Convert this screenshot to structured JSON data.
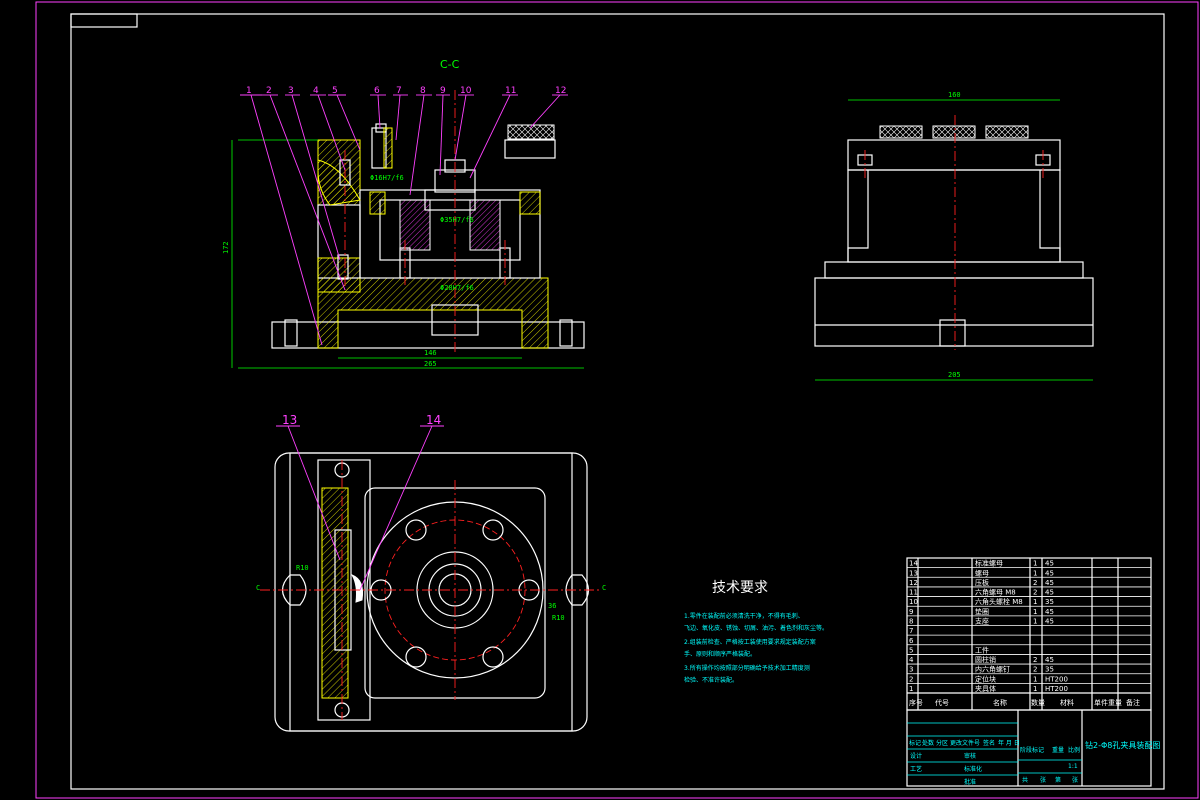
{
  "views": {
    "section_title": "C-C",
    "balloons_top": [
      "1",
      "2",
      "3",
      "4",
      "5",
      "6",
      "7",
      "8",
      "9",
      "10",
      "11",
      "12"
    ],
    "balloons_bottom": [
      "13",
      "14"
    ],
    "fit_marks": [
      "Φ16H7/f6",
      "Φ35H7/f6",
      "Φ28H7/f6"
    ],
    "dims_front": {
      "height": "172",
      "base_inner": "146",
      "base_total": "265"
    },
    "dims_side": {
      "top": "160",
      "bottom": "205"
    },
    "section_marks": [
      "C",
      "C"
    ],
    "slot_labels": [
      "R10",
      "R10",
      "36"
    ]
  },
  "tech_requirements": {
    "title": "技术要求",
    "items": [
      "1.零件在装配前必须清洗干净，不得有毛刺、",
      "飞边、氧化皮、锈蚀、切屑、油污、着色剂和灰尘等。",
      "2.组装前检查、严格按工装使用要求规定装配方案",
      "手、原则和顺序严格装配。",
      "3.所有操作均按照部分明确给予技术加工精度测",
      "检验、不准许装配。"
    ]
  },
  "title_block": {
    "drawing_title": "钻2-Φ8孔夹具装配图",
    "parts_rows": [
      {
        "no": "14",
        "name": "标准螺母",
        "qty": "1",
        "mat": "45"
      },
      {
        "no": "13",
        "name": "螺母",
        "qty": "1",
        "mat": "45"
      },
      {
        "no": "12",
        "name": "压板",
        "qty": "2",
        "mat": "45"
      },
      {
        "no": "11",
        "name": "六角螺母 M8",
        "qty": "2",
        "mat": "45"
      },
      {
        "no": "10",
        "name": "六角头螺栓 M8",
        "qty": "1",
        "mat": "35"
      },
      {
        "no": "9",
        "name": "垫圈",
        "qty": "1",
        "mat": "45"
      },
      {
        "no": "8",
        "name": "支座",
        "qty": "1",
        "mat": "45"
      },
      {
        "no": "7",
        "name": "",
        "qty": "",
        "mat": ""
      },
      {
        "no": "6",
        "name": "",
        "qty": "",
        "mat": ""
      },
      {
        "no": "5",
        "name": "工件",
        "qty": "",
        "mat": ""
      },
      {
        "no": "4",
        "name": "圆柱销",
        "qty": "2",
        "mat": "45"
      },
      {
        "no": "3",
        "name": "内六角螺钉",
        "qty": "2",
        "mat": "35"
      },
      {
        "no": "2",
        "name": "定位块",
        "qty": "1",
        "mat": "HT200"
      },
      {
        "no": "1",
        "name": "夹具体",
        "qty": "1",
        "mat": "HT200"
      }
    ],
    "header": {
      "seq": "序号",
      "code": "代号",
      "name": "名称",
      "qty": "数量",
      "mat": "材料",
      "unit_weight": "单件重量",
      "remark": "备注"
    },
    "sign_rows": [
      "标记",
      "处数",
      "分区",
      "更改文件号",
      "签名",
      "年 月 日",
      "设计",
      "审核",
      "工艺",
      "批准",
      "标准化"
    ],
    "scale_labels": [
      "阶段标记",
      "重量",
      "比例"
    ],
    "scale": "1:1",
    "sheet_info": [
      "共",
      "张",
      "第",
      "张"
    ]
  },
  "colors": {
    "outline": "#ffffff",
    "centerline": "#ff2020",
    "dimension": "#00ff00",
    "balloon": "#ff40ff",
    "hatch": "#ffff00",
    "text": "#00ffff"
  }
}
